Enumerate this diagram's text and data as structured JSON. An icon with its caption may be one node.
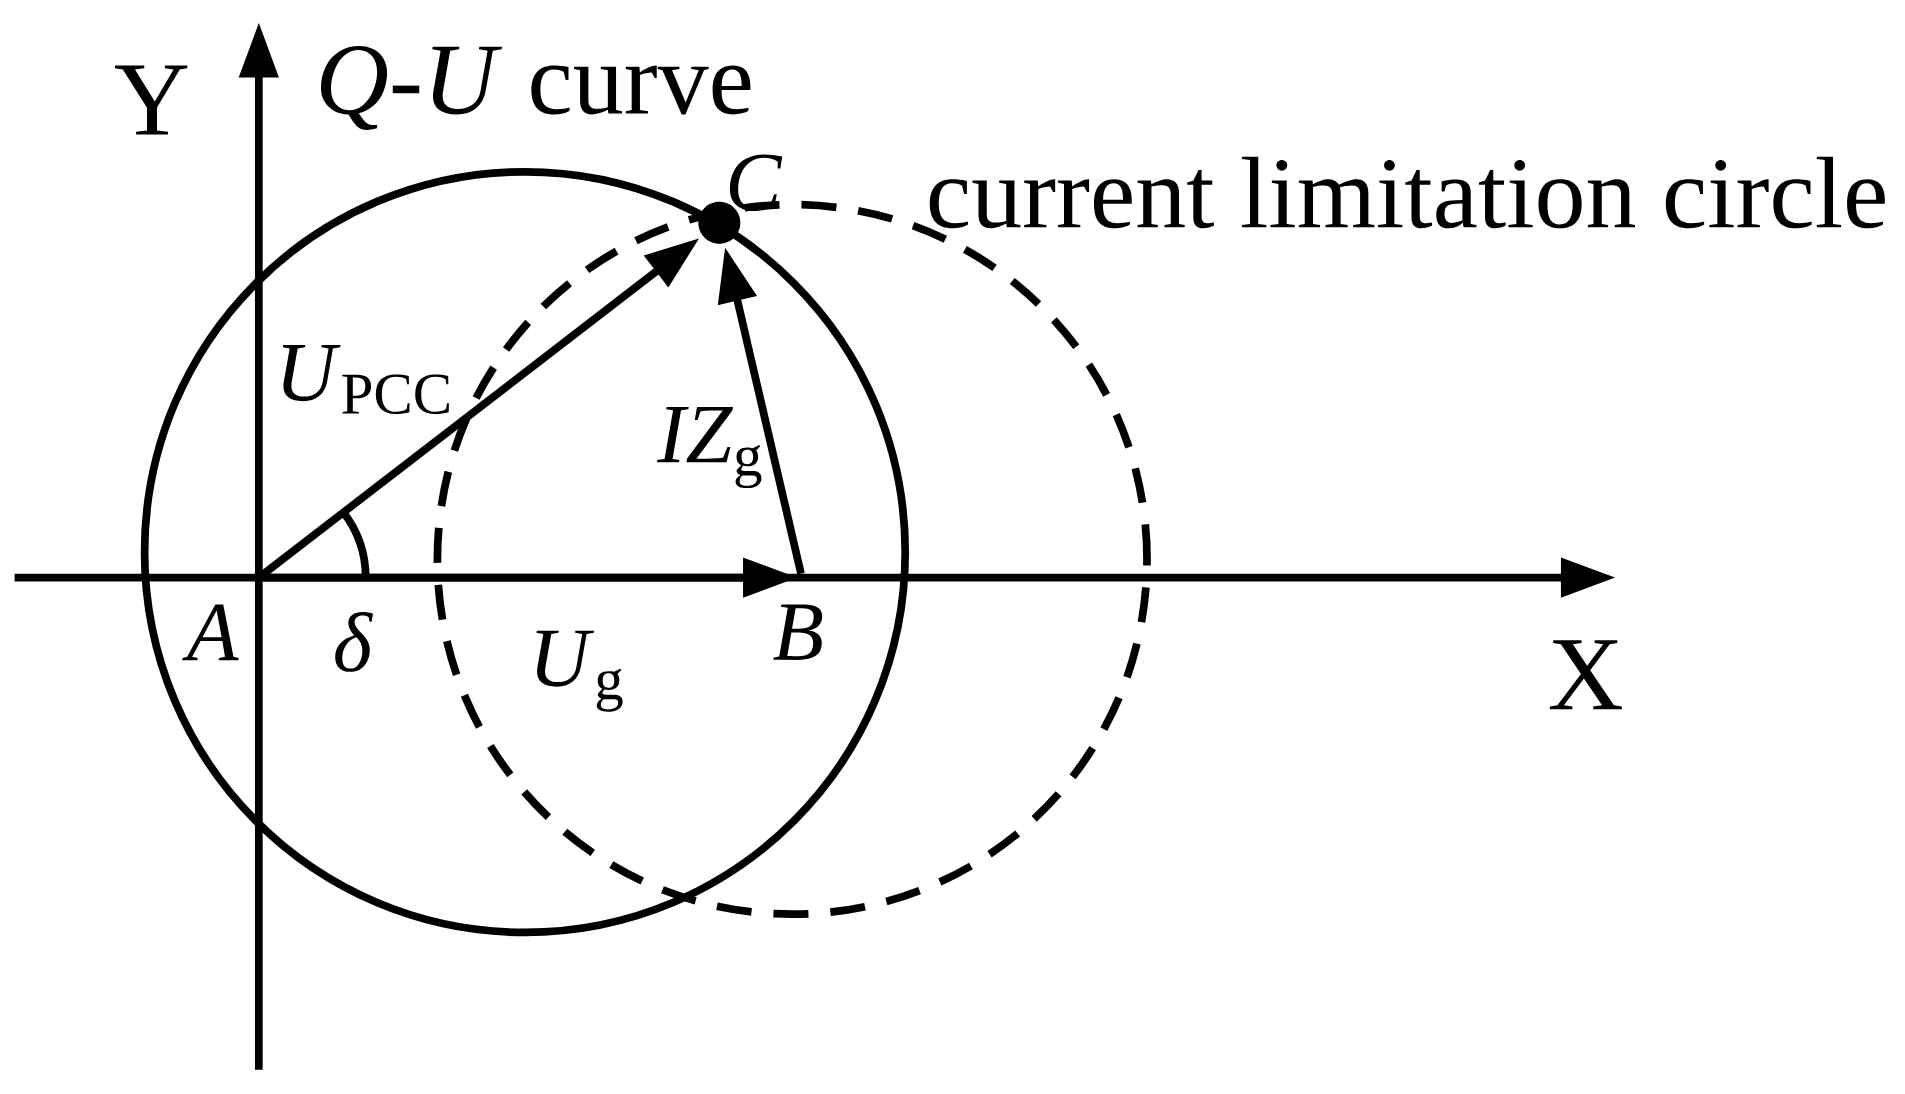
{
  "diagram": {
    "nodes": [
      {
        "text": [
          "A"
        ]
      },
      {
        "text": [
          "B"
        ]
      },
      {
        "text": [
          "C"
        ]
      }
    ],
    "edges": [
      {
        "from": 0,
        "to": 2,
        "arrow": "to",
        "label": "*U*$_{PCC}$"
      },
      {
        "from": 1,
        "to": 2,
        "arrow": "to",
        "label": "*IZ*$_{g}$"
      },
      {
        "from": 0,
        "to": 1,
        "arrow": "to",
        "label": "*U*$_{g}$"
      }
    ],
    "labels": [
      "Y",
      "*Q*-*U* curve",
      "current limitation circle",
      "δ",
      "X"
    ]
  }
}
